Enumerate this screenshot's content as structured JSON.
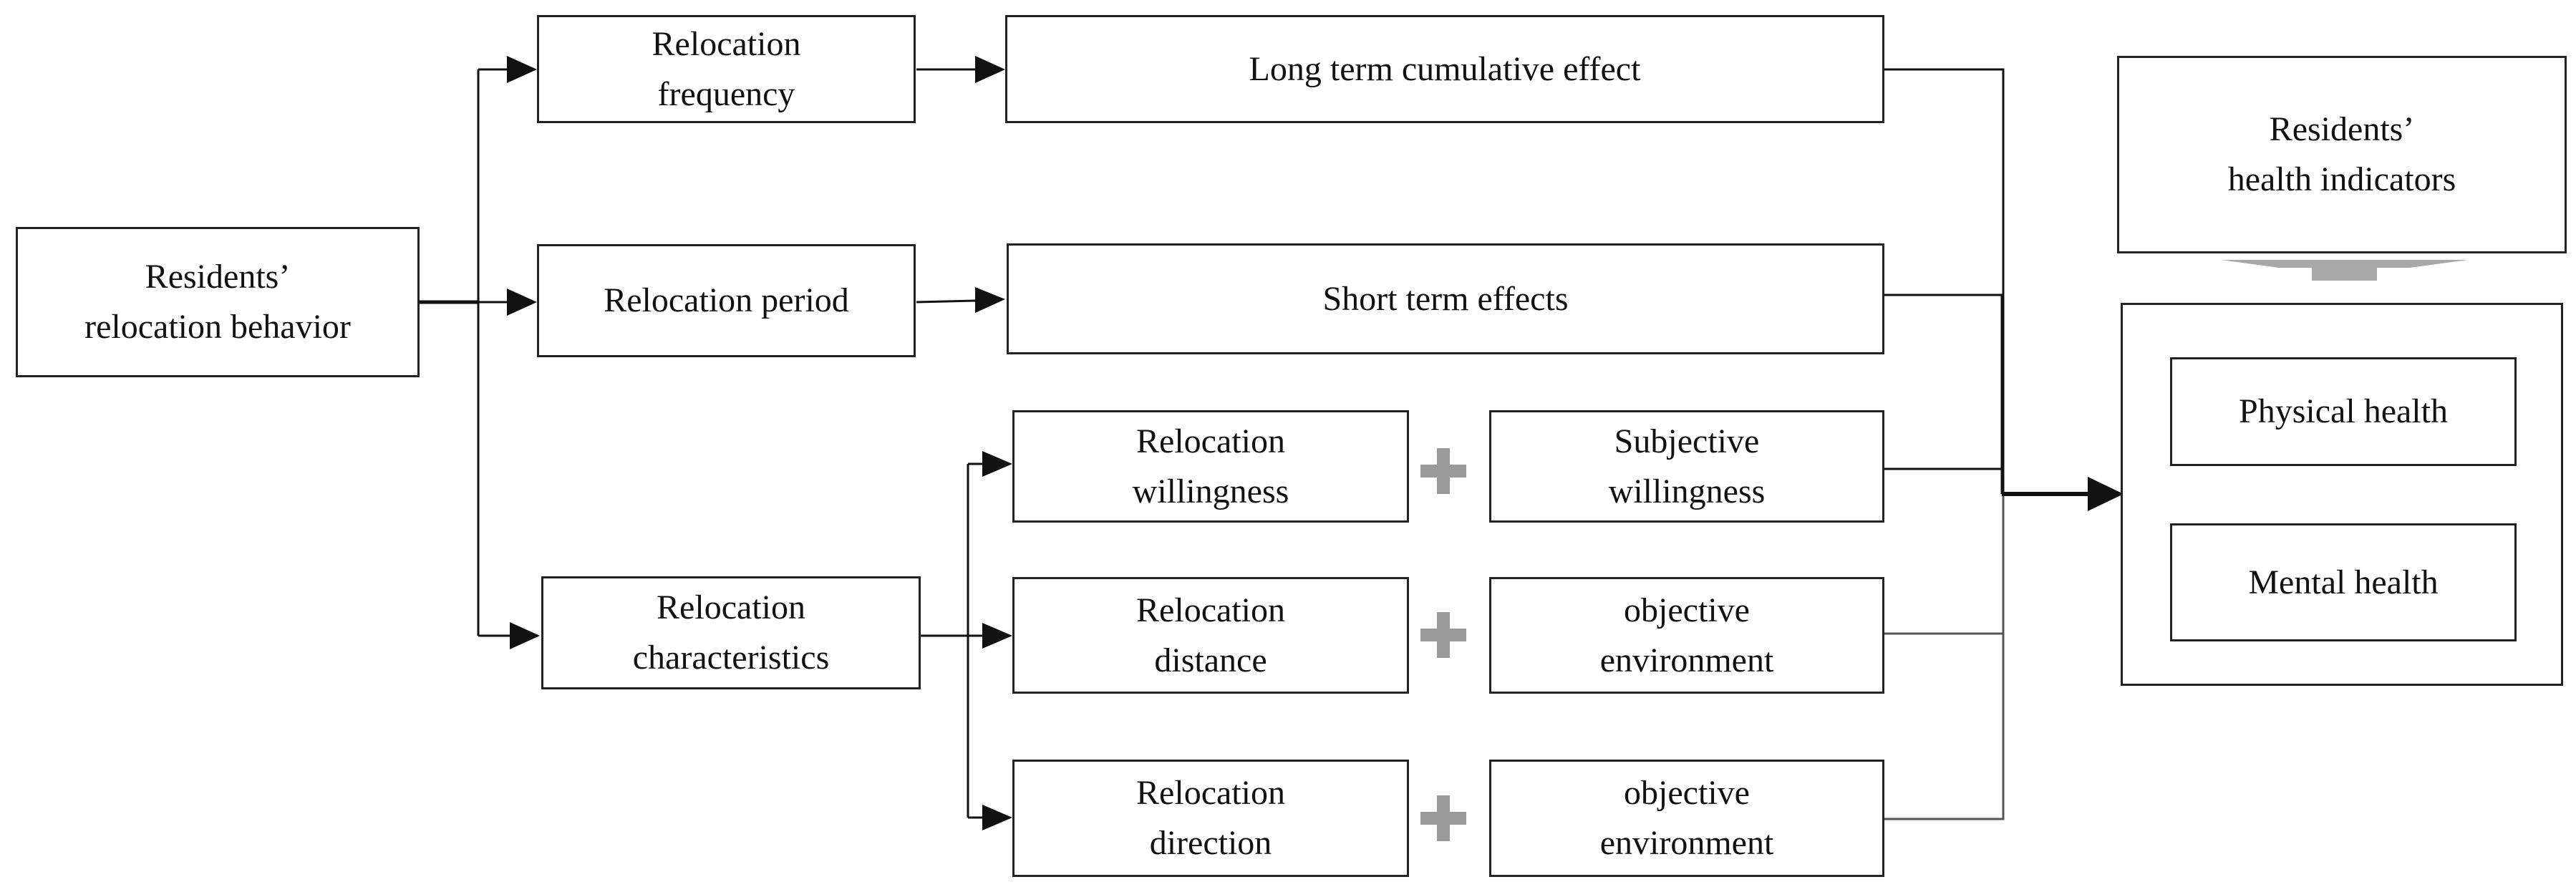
{
  "nodes": {
    "behavior": "Residents’\nrelocation behavior",
    "frequency": "Relocation\nfrequency",
    "period": "Relocation period",
    "characteristics": "Relocation\ncharacteristics",
    "long_term": "Long term cumulative effect",
    "short_term": "Short term effects",
    "willingness": "Relocation\nwillingness",
    "distance": "Relocation\ndistance",
    "direction": "Relocation\ndirection",
    "subjective": "Subjective\nwillingness",
    "objective_env_1": "objective\nenvironment",
    "objective_env_2": "objective\nenvironment",
    "health_indicators": "Residents’\nhealth indicators",
    "physical": "Physical health",
    "mental": "Mental health"
  },
  "plus_color": "#9a9a9a",
  "line_color": "#222222"
}
